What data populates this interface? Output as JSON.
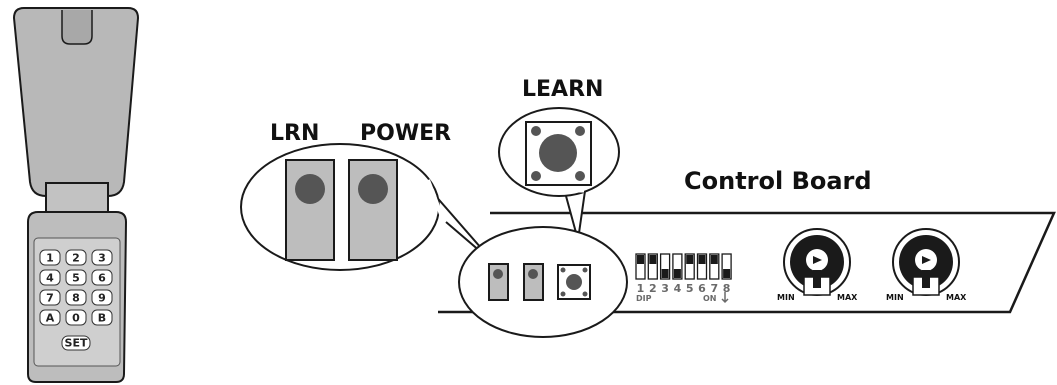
{
  "labels": {
    "lrn": "LRN",
    "power": "POWER",
    "learn": "LEARN",
    "control_board": "Control Board",
    "dip": "DIP",
    "on": "ON",
    "dip_numbers": [
      "1",
      "2",
      "3",
      "4",
      "5",
      "6",
      "7",
      "8"
    ],
    "pot_min": "MIN",
    "pot_max": "MAX"
  },
  "keypad": {
    "keys": [
      [
        "1",
        "2",
        "3"
      ],
      [
        "4",
        "5",
        "6"
      ],
      [
        "7",
        "8",
        "9"
      ],
      [
        "A",
        "0",
        "B"
      ]
    ],
    "set_label": "SET"
  },
  "dip_switch_states": [
    "up",
    "up",
    "down",
    "down",
    "up",
    "up",
    "up",
    "down"
  ],
  "colors": {
    "outline": "#1a1a1a",
    "keypad_body": "#b9b9b9",
    "keypad_body_dark": "#9e9e9e",
    "button_fill": "#bdbdbd",
    "button_dot": "#555555",
    "dip_text": "#6a6a6a"
  }
}
